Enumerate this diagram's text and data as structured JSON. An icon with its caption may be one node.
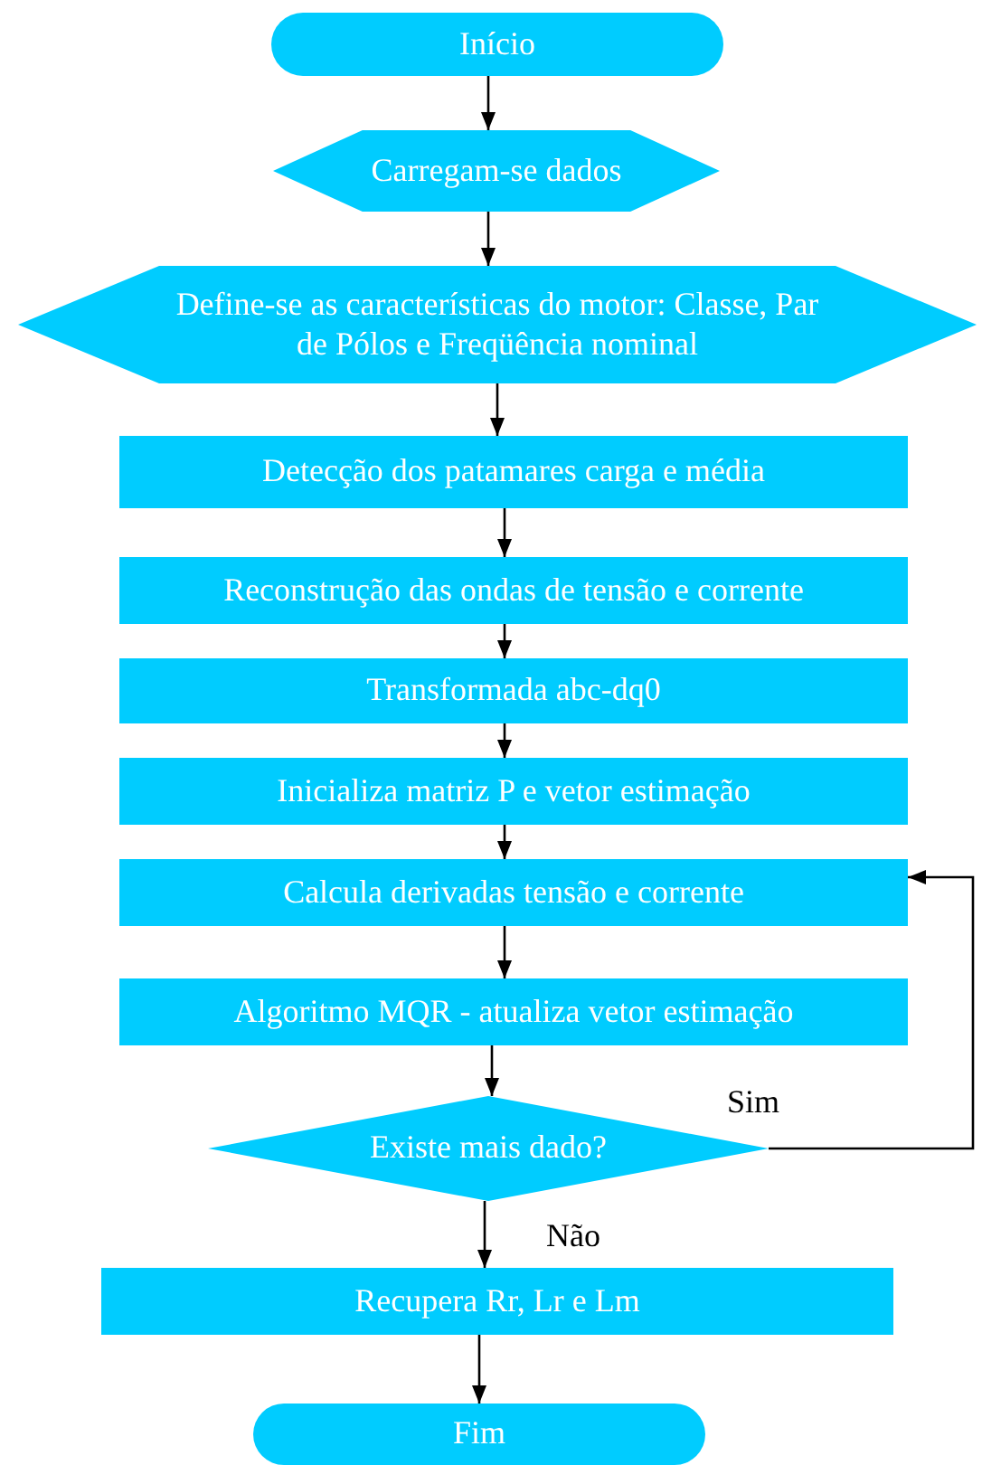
{
  "diagram": {
    "nodes": [
      {
        "text": [
          "Início"
        ]
      },
      {
        "text": [
          "Carregam-se dados"
        ]
      },
      {
        "text": [
          "Define-se as características do motor: Classe, Par de Pólos  e Freqüência nominal"
        ]
      },
      {
        "text": [
          "Detecção dos patamares carga e média"
        ]
      },
      {
        "text": [
          "Reconstrução das ondas de tensão e corrente"
        ]
      },
      {
        "text": [
          "Transformada abc-dq0"
        ]
      },
      {
        "text": [
          "Inicializa matriz P e vetor estimação"
        ]
      },
      {
        "text": [
          "Calcula derivadas tensão e corrente"
        ]
      },
      {
        "text": [
          "Algoritmo MQR - atualiza vetor estimação"
        ]
      },
      {
        "text": [
          "Existe mais dado?"
        ]
      },
      {
        "text": [
          "Recupera Rr, Lr e Lm"
        ]
      },
      {
        "text": [
          "Fim"
        ]
      }
    ],
    "edges": [
      {
        "from": 0,
        "to": 1,
        "arrow": "to"
      },
      {
        "from": 1,
        "to": 2,
        "arrow": "to"
      },
      {
        "from": 2,
        "to": 3,
        "arrow": "to"
      },
      {
        "from": 3,
        "to": 4,
        "arrow": "to"
      },
      {
        "from": 4,
        "to": 5,
        "arrow": "to"
      },
      {
        "from": 5,
        "to": 6,
        "arrow": "to"
      },
      {
        "from": 6,
        "to": 7,
        "arrow": "to"
      },
      {
        "from": 7,
        "to": 8,
        "arrow": "to"
      },
      {
        "from": 8,
        "to": 9,
        "arrow": "to"
      },
      {
        "from": 9,
        "to": 10,
        "arrow": "to",
        "label": "Não"
      },
      {
        "from": 10,
        "to": 11,
        "arrow": "to"
      },
      {
        "from": 9,
        "to": 7,
        "arrow": "to",
        "label": "Sim"
      }
    ]
  }
}
